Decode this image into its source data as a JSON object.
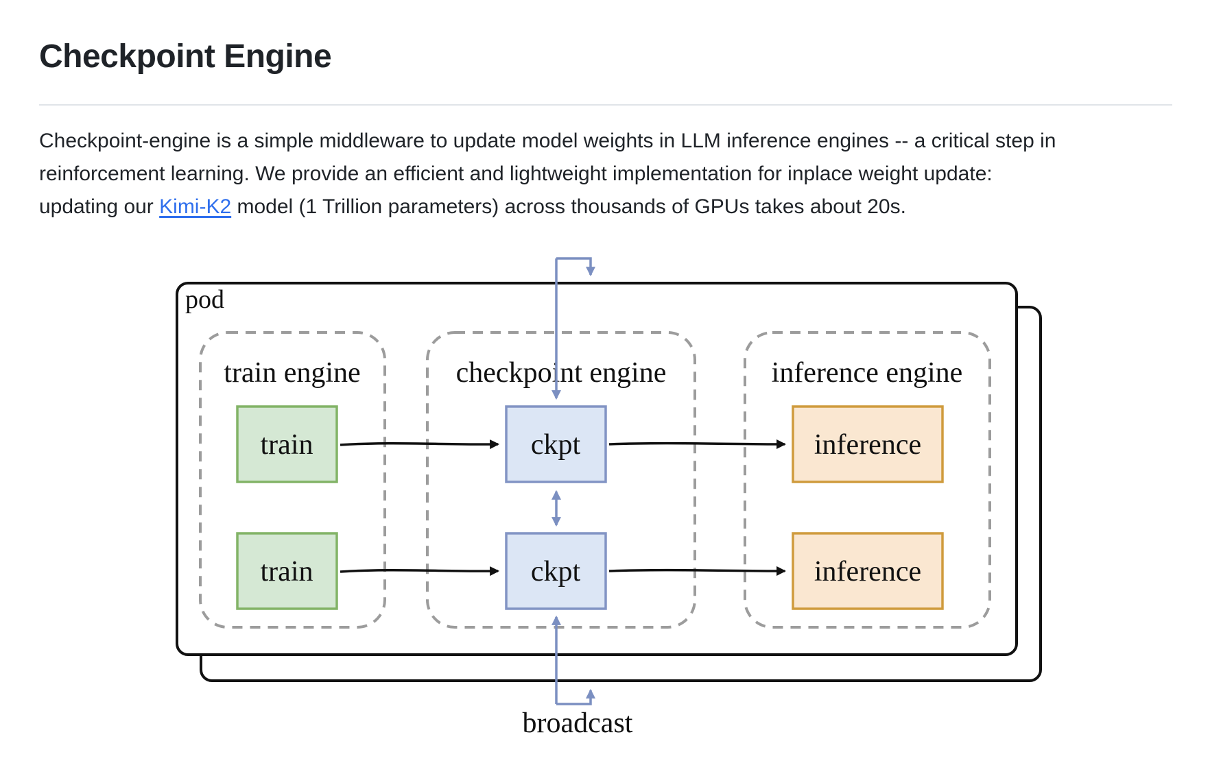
{
  "header": {
    "title": "Checkpoint Engine"
  },
  "intro": {
    "line1": "Checkpoint-engine is a simple middleware to update model weights in LLM inference engines -- a critical step in",
    "line2": "reinforcement learning. We provide an efficient and lightweight implementation for inplace weight update:",
    "line3_before_link": "updating our ",
    "link_label": "Kimi-K2",
    "line3_after_link": " model (1 Trillion parameters) across thousands of GPUs takes about 20s."
  },
  "diagram": {
    "pod_label": "pod",
    "broadcast_label": "broadcast",
    "engines": [
      {
        "label": "train engine"
      },
      {
        "label": "checkpoint engine"
      },
      {
        "label": "inference engine"
      }
    ],
    "nodes": {
      "train": "train",
      "ckpt": "ckpt",
      "inference": "inference"
    },
    "colors": {
      "train_fill": "#d5e8d4",
      "train_stroke": "#82b366",
      "ckpt_fill": "#dce6f5",
      "ckpt_stroke": "#8294c4",
      "inference_fill": "#fae7d1",
      "inference_stroke": "#cf9b3d",
      "arrow_blue": "#7b8fc1",
      "arrow_black": "#111111",
      "dashed_gray": "#9c9c9c",
      "pod_stroke": "#111111",
      "link_blue": "#2f6fed"
    }
  }
}
